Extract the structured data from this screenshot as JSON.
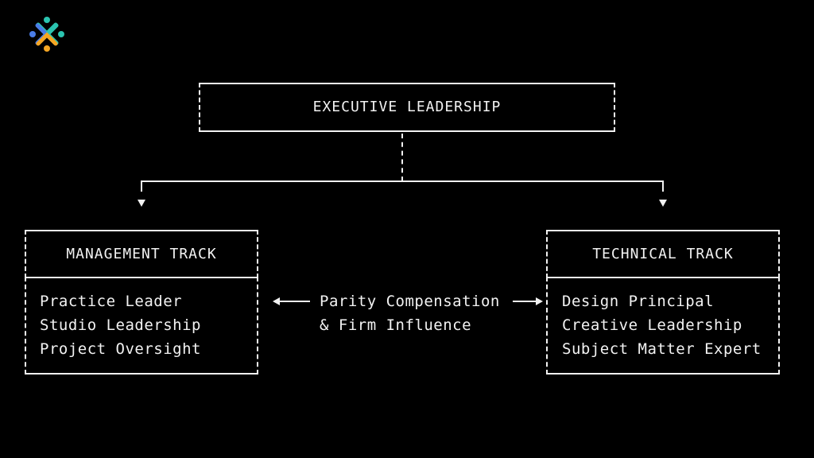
{
  "colors": {
    "background": "#000000",
    "foreground": "#f2f2f2",
    "logo_teal": "#2bc4b0",
    "logo_blue": "#4a7de8",
    "logo_orange": "#f5a623"
  },
  "logo": {
    "icon": "brand-logo-icon"
  },
  "executive": {
    "title": "EXECUTIVE LEADERSHIP"
  },
  "management": {
    "title": "MANAGEMENT TRACK",
    "items": [
      "Practice Leader",
      "Studio Leadership",
      "Project Oversight"
    ]
  },
  "technical": {
    "title": "TECHNICAL TRACK",
    "items": [
      "Design Principal",
      "Creative Leadership",
      "Subject Matter Expert"
    ]
  },
  "parity": {
    "line1": "Parity Compensation",
    "line2": "& Firm Influence"
  }
}
